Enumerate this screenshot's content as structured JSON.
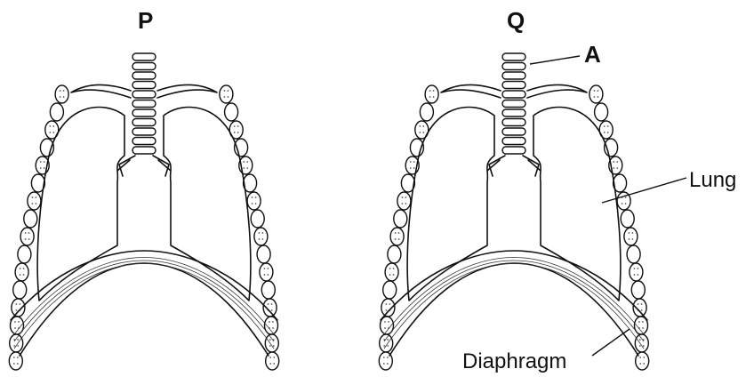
{
  "panels": [
    {
      "id": "P",
      "label": "P"
    },
    {
      "id": "Q",
      "label": "Q"
    }
  ],
  "annotations": {
    "trachea_label": "A",
    "lung_label": "Lung",
    "diaphragm_label": "Diaphragm"
  },
  "colors": {
    "ink": "#111111",
    "background": "#ffffff",
    "bone_fill": "#ffffff",
    "stipple": "#555555"
  }
}
